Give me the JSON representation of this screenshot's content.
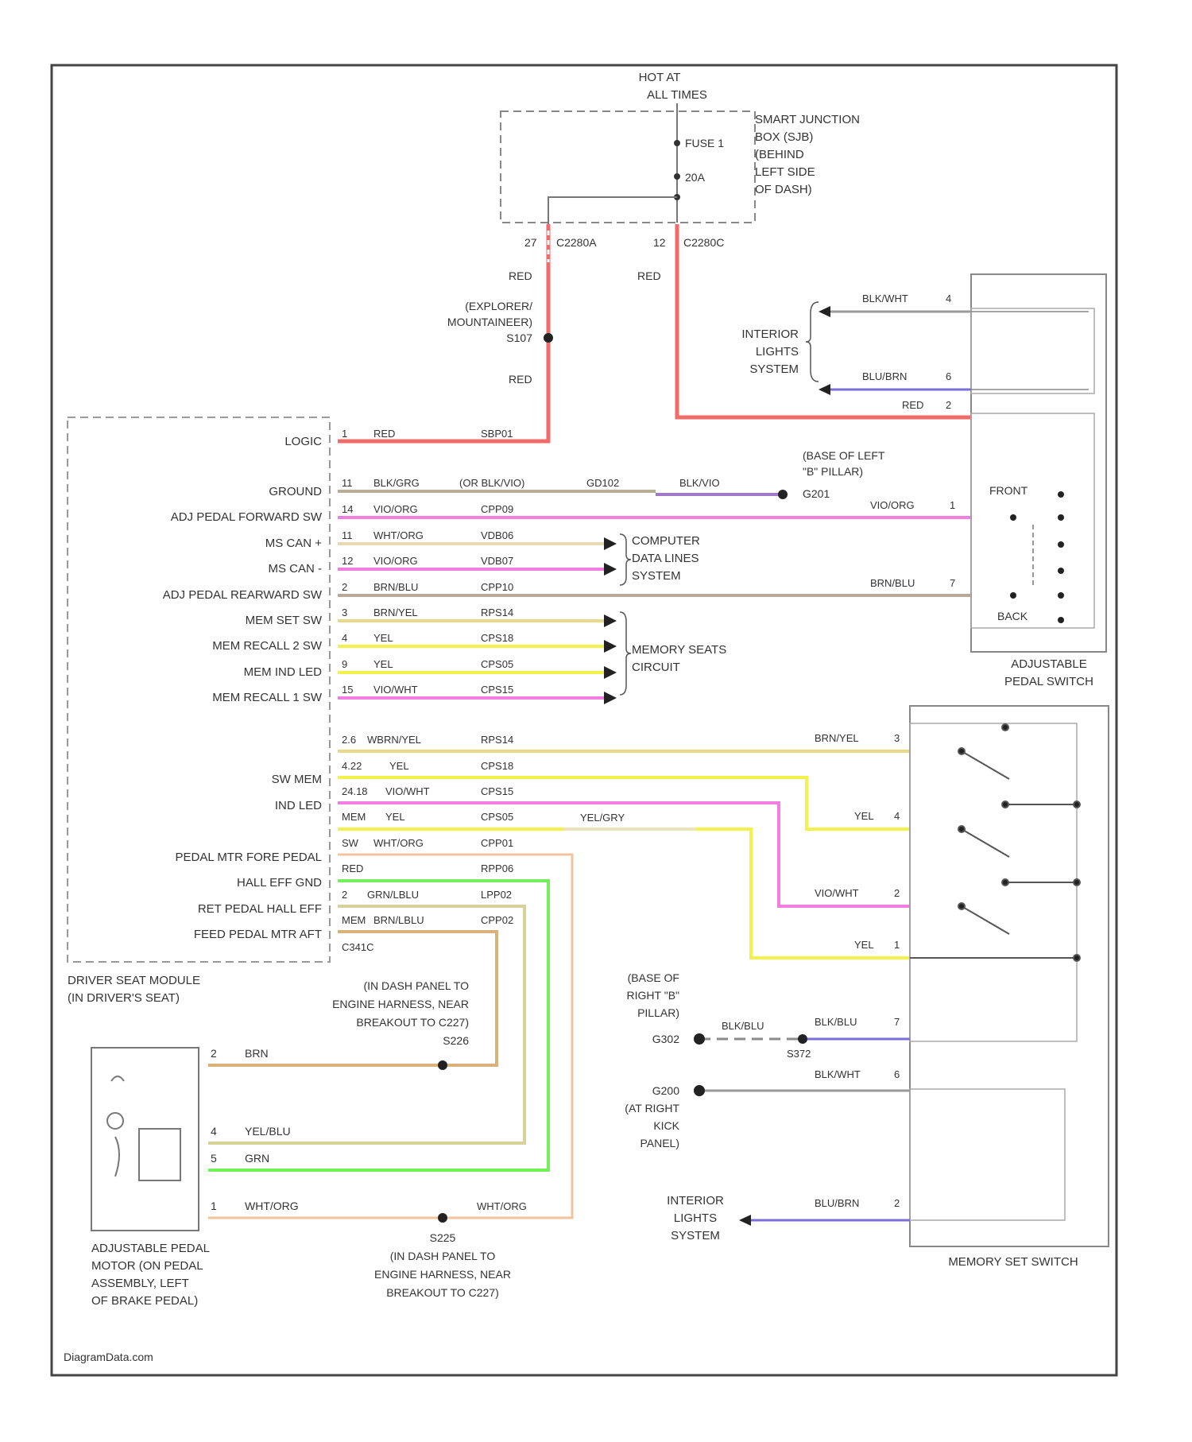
{
  "colors": {
    "red": "#f26b6b",
    "pink": "#f27fe0",
    "yellow": "#f2f24a",
    "green": "#74ee5a",
    "tan": "#d8b27a",
    "brown_yellow": "#e8d88a",
    "gray": "#9a9a9a",
    "blue": "#7a6fd6",
    "peach": "#f1c49e",
    "outline": "#555555"
  },
  "power": {
    "hot_at": "HOT AT",
    "all_times": "ALL TIMES"
  },
  "sjb": {
    "fuse": "FUSE 1",
    "amp": "20A",
    "label": [
      "SMART JUNCTION",
      "BOX (SJB)",
      "(BEHIND",
      "LEFT SIDE",
      "OF DASH)"
    ],
    "conn_a_pin": "27",
    "conn_a": "C2280A",
    "conn_b_pin": "12",
    "conn_b": "C2280C"
  },
  "splice": {
    "label": [
      "(EXPLORER/",
      "MOUNTAINEER)",
      "S107"
    ]
  },
  "wire_labels": {
    "red": "RED"
  },
  "driver_module": {
    "label": [
      "DRIVER SEAT MODULE",
      "(IN DRIVER'S SEAT)"
    ],
    "pins": [
      {
        "name": "LOGIC",
        "pin": "1",
        "color": "RED",
        "circuit": "SBP01"
      },
      {
        "name": "GROUND",
        "pin": "11",
        "color": "BLK/GRG",
        "circuit": "(OR BLK/VIO)",
        "conn": "GD102",
        "conn_color": "BLK/VIO"
      },
      {
        "name": "ADJ PEDAL FORWARD SW",
        "pin": "14",
        "color": "VIO/ORG",
        "circuit": "CPP09"
      },
      {
        "name": "MS CAN +",
        "pin": "11",
        "color": "WHT/ORG",
        "circuit": "VDB06"
      },
      {
        "name": "MS CAN -",
        "pin": "12",
        "color": "VIO/ORG",
        "circuit": "VDB07"
      },
      {
        "name": "ADJ PEDAL REARWARD SW",
        "pin": "2",
        "color": "BRN/BLU",
        "circuit": "CPP10"
      },
      {
        "name": "MEM SET SW",
        "pin": "3",
        "color": "BRN/YEL",
        "circuit": "RPS14"
      },
      {
        "name": "MEM RECALL 2 SW",
        "pin": "4",
        "color": "YEL",
        "circuit": "CPS18"
      },
      {
        "name": "MEM IND LED",
        "pin": "9",
        "color": "YEL",
        "circuit": "CPS05"
      },
      {
        "name": "MEM RECALL 1 SW",
        "pin": "15",
        "color": "VIO/WHT",
        "circuit": "CPS15"
      }
    ],
    "lower_pins": [
      {
        "name": "",
        "pin": "2.6",
        "color": "WBRN/YEL",
        "circuit": "RPS14"
      },
      {
        "name": "SW MEM",
        "pin": "4.22",
        "color": "YEL",
        "circuit": "CPS18"
      },
      {
        "name": "IND LED",
        "pin": "24.18",
        "color": "VIO/WHT",
        "circuit": "CPS15"
      },
      {
        "name": "",
        "pin": "MEM",
        "color": "YEL",
        "circuit": "CPS05"
      },
      {
        "name": "PEDAL MTR FORE PEDAL",
        "pin": "SW",
        "color": "WHT/ORG",
        "circuit": "CPP01"
      },
      {
        "name": "HALL EFF GND",
        "pin": "RED",
        "color": "",
        "circuit": "RPP06"
      },
      {
        "name": "RET PEDAL HALL EFF",
        "pin": "2",
        "color": "GRN/LBLU",
        "circuit": "LPP02"
      },
      {
        "name": "FEED PEDAL MTR AFT",
        "pin": "MEM",
        "color": "BRN/LBLU",
        "circuit": "CPP02"
      }
    ],
    "connector": "C341C"
  },
  "interior_lights_top": {
    "label": [
      "INTERIOR",
      "LIGHTS",
      "SYSTEM"
    ],
    "wire1": "BLK/WHT",
    "pin1": "4",
    "wire2": "BLU/BRN",
    "pin2": "6",
    "wire3": "RED",
    "pin3": "2"
  },
  "ground_g201": {
    "label": [
      "(BASE OF LEFT",
      "\"B\" PILLAR)",
      "G201"
    ],
    "wire": "BLK/VIO"
  },
  "data_lines": {
    "label": [
      "COMPUTER",
      "DATA LINES",
      "SYSTEM"
    ]
  },
  "memory_circuit": {
    "label": [
      "MEMORY SEATS",
      "CIRCUIT"
    ]
  },
  "adj_pedal_switch": {
    "label": [
      "ADJUSTABLE",
      "PEDAL SWITCH"
    ],
    "front": "FRONT",
    "back": "BACK",
    "wire_front": "VIO/ORG",
    "pin_front": "1",
    "wire_back": "BRN/BLU",
    "pin_back": "7"
  },
  "memory_switch": {
    "label": "MEMORY SET SWITCH",
    "wires": [
      {
        "color": "BRN/YEL",
        "pin": "3"
      },
      {
        "color": "YEL",
        "pin": "4"
      },
      {
        "color": "VIO/WHT",
        "pin": "2"
      },
      {
        "color": "YEL",
        "pin": "1"
      },
      {
        "color": "BLK/BLU",
        "pin": "7"
      },
      {
        "color": "BLK/WHT",
        "pin": "6"
      },
      {
        "color": "BLU/BRN",
        "pin": "2"
      }
    ],
    "splice_wire": "YEL/GRY"
  },
  "right_ground": {
    "label": [
      "(BASE OF",
      "RIGHT \"B\"",
      "PILLAR)",
      "G302"
    ],
    "wire": "BLK/BLU",
    "splice": "S372"
  },
  "g200": {
    "label": [
      "G200",
      "(AT RIGHT",
      "KICK",
      "PANEL)"
    ]
  },
  "interior_lights_bottom": {
    "label": [
      "INTERIOR",
      "LIGHTS",
      "SYSTEM"
    ]
  },
  "pedal_motor": {
    "label": [
      "ADJUSTABLE PEDAL",
      "MOTOR (ON PEDAL",
      "ASSEMBLY, LEFT",
      "OF BRAKE PEDAL)"
    ],
    "wires": [
      {
        "pin": "2",
        "color": "BRN"
      },
      {
        "pin": "4",
        "color": "YEL/BLU"
      },
      {
        "pin": "5",
        "color": "GRN"
      },
      {
        "pin": "1",
        "color": "WHT/ORG"
      }
    ]
  },
  "s226": {
    "label": [
      "(IN DASH PANEL TO",
      "ENGINE HARNESS, NEAR",
      "BREAKOUT TO C227)",
      "S226"
    ]
  },
  "s225": {
    "label": [
      "S225",
      "(IN DASH PANEL TO",
      "ENGINE HARNESS, NEAR",
      "BREAKOUT TO C227)"
    ],
    "wire": "WHT/ORG"
  },
  "footer": "DiagramData.com"
}
